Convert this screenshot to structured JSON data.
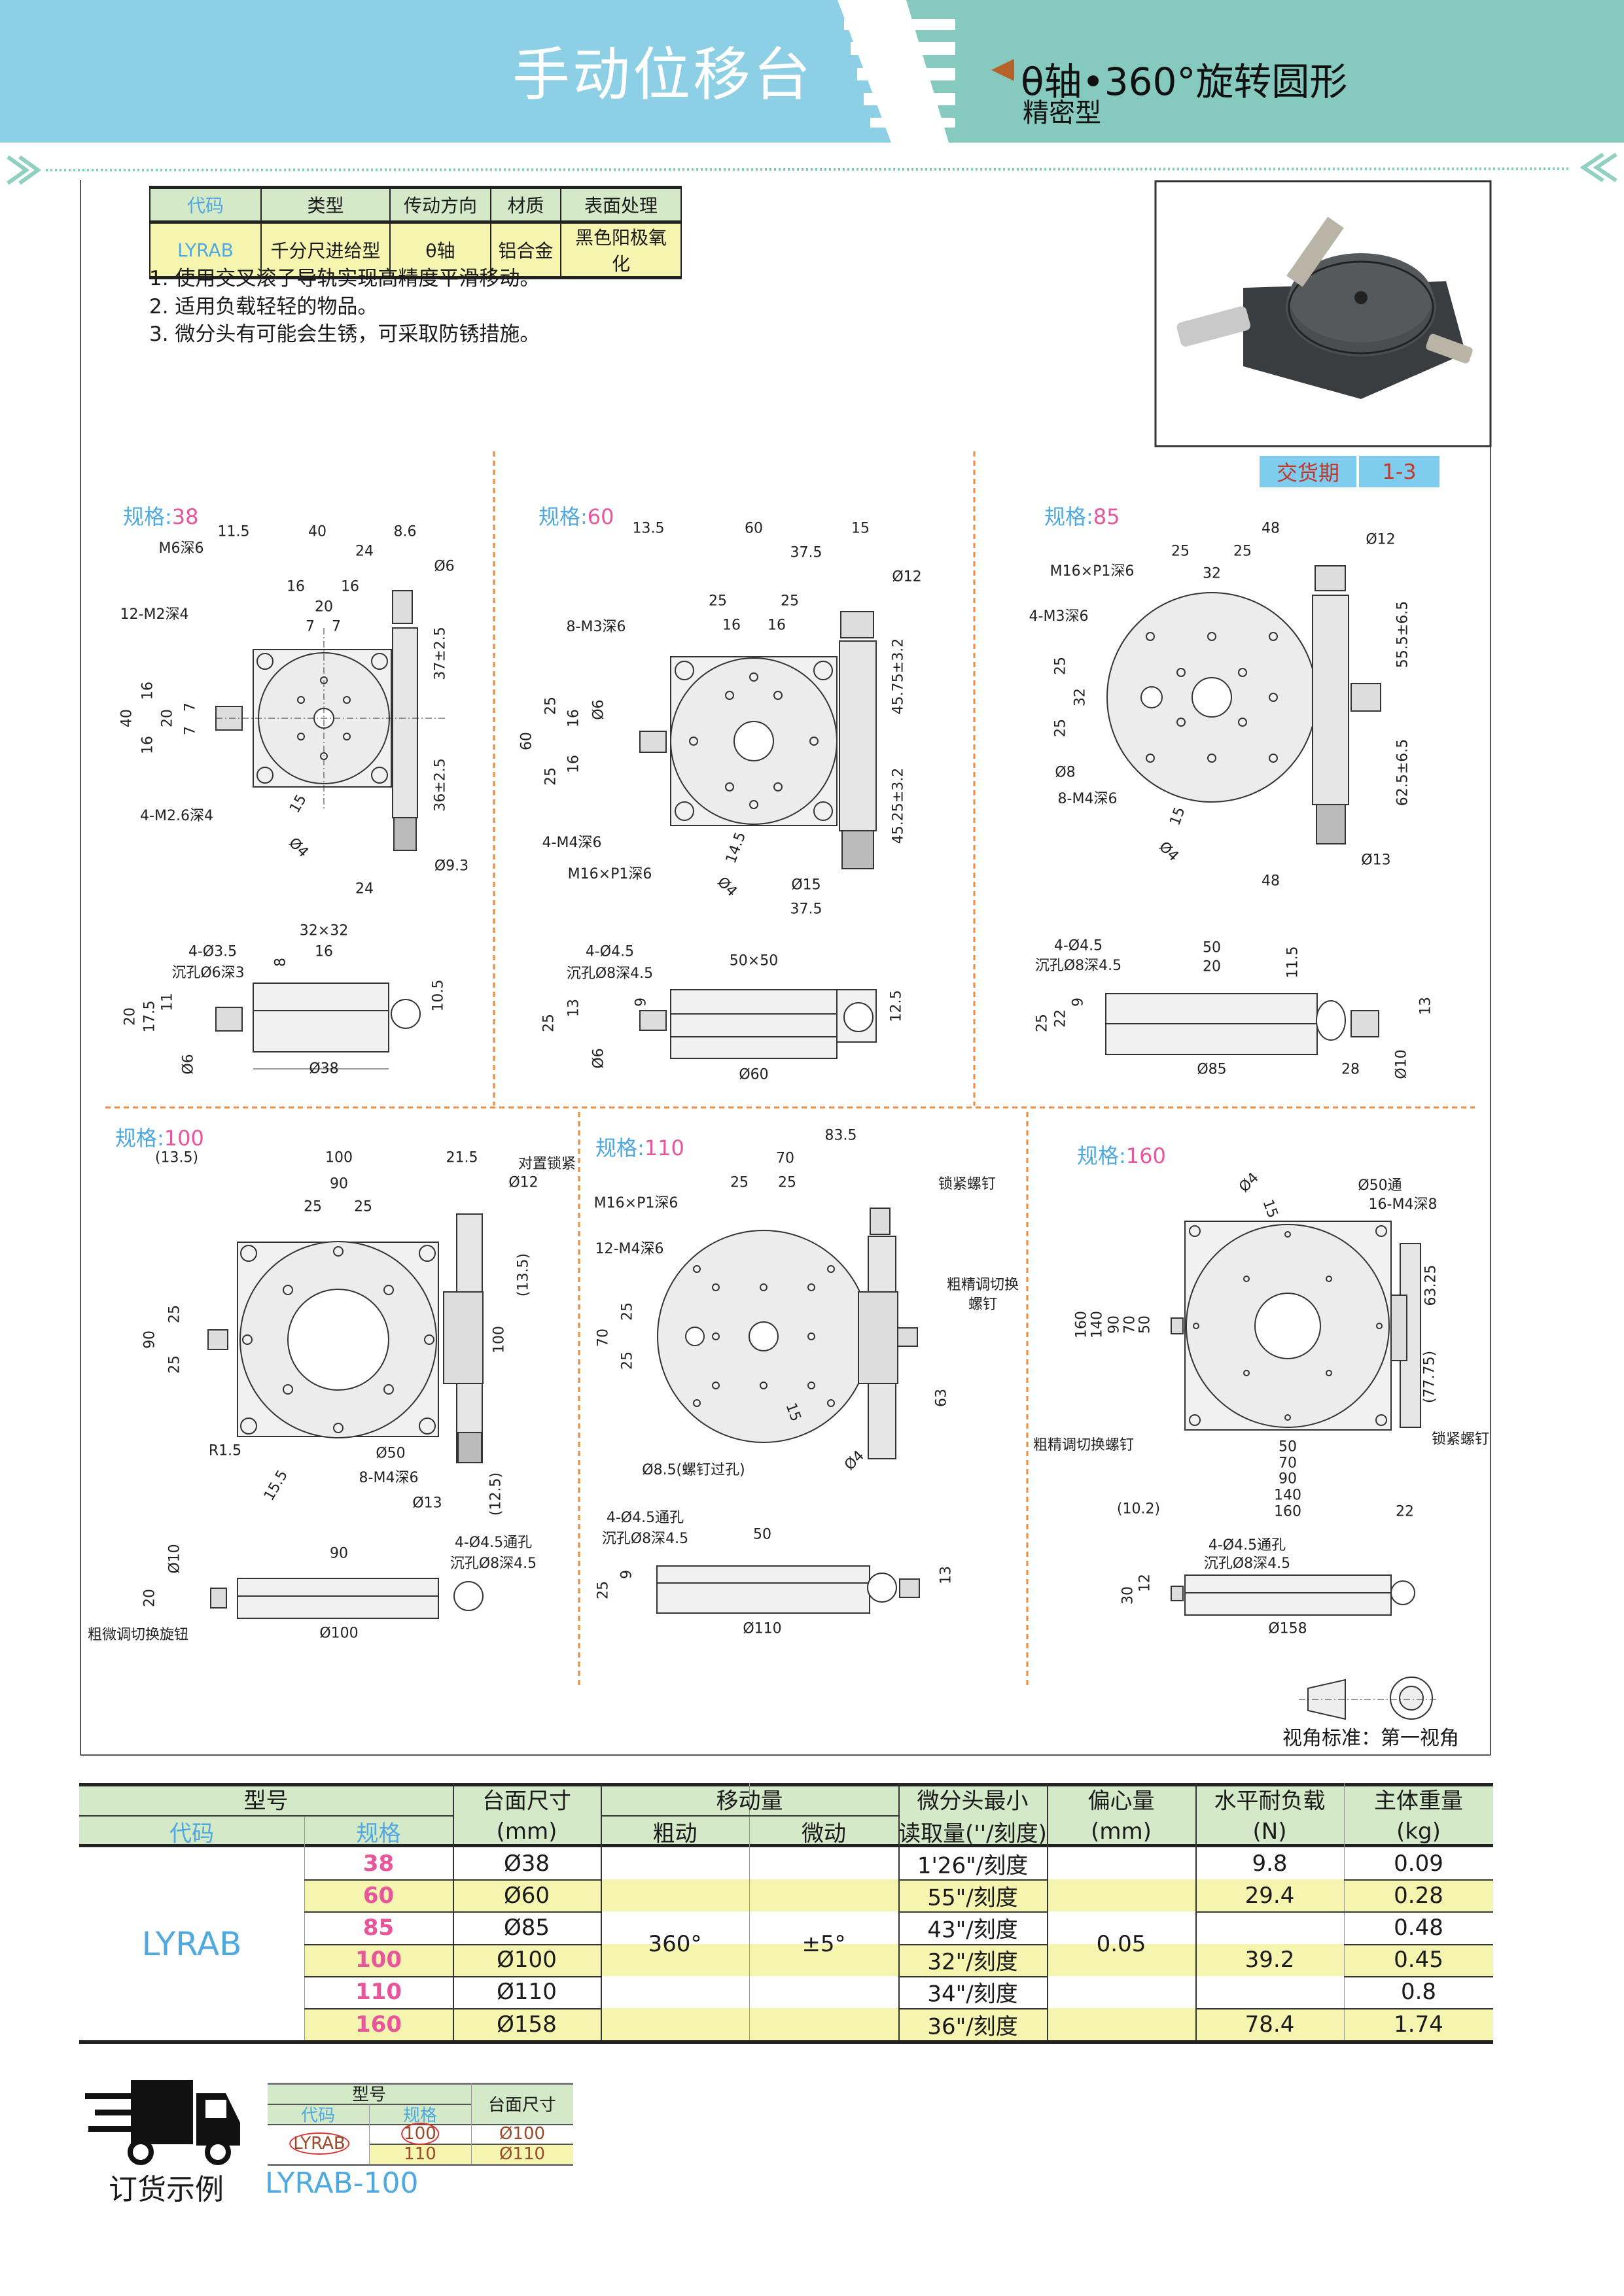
{
  "header": {
    "title": "手动位移台",
    "subtitle": "θ轴•360°旋转圆形",
    "type": "精密型"
  },
  "spec": {
    "headers": [
      "代码",
      "类型",
      "传动方向",
      "材质",
      "表面处理"
    ],
    "values": [
      "LYRAB",
      "千分尺进给型",
      "θ轴",
      "铝合金",
      "黑色阳极氧化"
    ]
  },
  "features": [
    "1. 使用交叉滚子导轨实现高精度平滑移动。",
    "2. 适用负载轻轻的物品。",
    "3. 微分头有可能会生锈，可采取防锈措施。"
  ],
  "delivery": {
    "label": "交货期",
    "value": "1-3"
  },
  "panels": [
    {
      "prefix": "规格:",
      "size": "38",
      "labels": [
        "11.5",
        "40",
        "8.6",
        "M6深6",
        "24",
        "Ø6",
        "16",
        "16",
        "20",
        "12-M2深4",
        "7",
        "7",
        "37±2.5",
        "40",
        "16",
        "16",
        "20",
        "7",
        "7",
        "36±2.5",
        "4-M2.6深4",
        "15",
        "Ø4",
        "Ø9.3",
        "24",
        "32×32",
        "4-Ø3.5",
        "16",
        "沉孔Ø6深3",
        "8",
        "20",
        "17.5",
        "11",
        "10.5",
        "Ø6",
        "Ø38"
      ]
    },
    {
      "prefix": "规格:",
      "size": "60",
      "labels": [
        "13.5",
        "60",
        "15",
        "37.5",
        "Ø12",
        "25",
        "25",
        "8-M3深6",
        "16",
        "16",
        "45.75±3.2",
        "60",
        "25",
        "25",
        "16",
        "16",
        "Ø6",
        "45.25±3.2",
        "4-M4深6",
        "14.5",
        "M16×P1深6",
        "Ø4",
        "Ø15",
        "37.5",
        "4-Ø4.5",
        "50×50",
        "沉孔Ø8深4.5",
        "9",
        "13",
        "12.5",
        "25",
        "Ø6",
        "Ø60"
      ]
    },
    {
      "prefix": "规格:",
      "size": "85",
      "labels": [
        "48",
        "Ø12",
        "25",
        "25",
        "M16×P1深6",
        "32",
        "4-M3深6",
        "55.5±6.5",
        "25",
        "32",
        "25",
        "Ø8",
        "8-M4深6",
        "62.5±6.5",
        "15",
        "Ø4",
        "Ø13",
        "48",
        "4-Ø4.5",
        "50",
        "沉孔Ø8深4.5",
        "20",
        "11.5",
        "9",
        "22",
        "25",
        "13",
        "Ø85",
        "28",
        "Ø10"
      ]
    },
    {
      "prefix": "规格:",
      "size": "100",
      "labels": [
        "(13.5)",
        "100",
        "21.5",
        "对置锁紧",
        "90",
        "Ø12",
        "25",
        "25",
        "(13.5)",
        "90",
        "25",
        "25",
        "100",
        "R1.5",
        "Ø50",
        "15.5",
        "8-M4深6",
        "Ø13",
        "(12.5)",
        "Ø10",
        "90",
        "4-Ø4.5通孔",
        "沉孔Ø8深4.5",
        "20",
        "粗微调切换旋钮",
        "Ø100"
      ]
    },
    {
      "prefix": "规格:",
      "size": "110",
      "labels": [
        "83.5",
        "70",
        "25",
        "25",
        "锁紧螺钉",
        "M16×P1深6",
        "12-M4深6",
        "粗精调切换",
        "螺钉",
        "70",
        "25",
        "25",
        "63",
        "15",
        "Ø8.5(螺钉过孔)",
        "Ø4",
        "4-Ø4.5通孔",
        "沉孔Ø8深4.5",
        "50",
        "9",
        "25",
        "13",
        "Ø110"
      ]
    },
    {
      "prefix": "规格:",
      "size": "160",
      "labels": [
        "Ø4",
        "15",
        "Ø50通",
        "16-M4深8",
        "63.25",
        "160",
        "140",
        "90",
        "70",
        "50",
        "(77.75)",
        "粗精调切换螺钉",
        "锁紧螺钉",
        "50",
        "70",
        "90",
        "140",
        "160",
        "(10.2)",
        "22",
        "4-Ø4.5通孔",
        "沉孔Ø8深4.5",
        "30",
        "12",
        "Ø158"
      ]
    }
  ],
  "view_standard": "视角标准：第一视角",
  "table": {
    "headers": {
      "model": "型号",
      "code": "代码",
      "spec": "规格",
      "size": "台面尺寸",
      "size_unit": "(mm)",
      "travel": "移动量",
      "coarse": "粗动",
      "fine": "微动",
      "micro1": "微分头最小",
      "micro2": "读取量(''/刻度)",
      "ecc": "偏心量",
      "ecc_unit": "(mm)",
      "load": "水平耐负载",
      "load_unit": "(N)",
      "weight": "主体重量",
      "weight_unit": "(kg)"
    },
    "code": "LYRAB",
    "coarse": "360°",
    "fine": "±5°",
    "ecc": "0.05",
    "specs": [
      "38",
      "60",
      "85",
      "100",
      "110",
      "160"
    ],
    "sizes": [
      "Ø38",
      "Ø60",
      "Ø85",
      "Ø100",
      "Ø110",
      "Ø158"
    ],
    "micro": [
      "1'26\"/刻度",
      "55\"/刻度",
      "43\"/刻度",
      "32\"/刻度",
      "34\"/刻度",
      "36\"/刻度"
    ],
    "loads": [
      "9.8",
      "29.4",
      "39.2",
      "78.4"
    ],
    "weights": [
      "0.09",
      "0.28",
      "0.48",
      "0.45",
      "0.8",
      "1.74"
    ]
  },
  "order": {
    "title": "订货示例",
    "model": "型号",
    "code_h": "代码",
    "spec_h": "规格",
    "size_h": "台面尺寸",
    "code": "LYRAB",
    "specs": [
      "100",
      "110"
    ],
    "sizes": [
      "Ø100",
      "Ø110"
    ],
    "example": "LYRAB-100"
  },
  "colors": {
    "header_blue": "#8dd0e6",
    "header_green": "#86c9bf",
    "table_green": "#d4e9c8",
    "table_yellow": "#f5f5b0",
    "accent_blue": "#4fa8e0",
    "spec_pink": "#e8559a"
  }
}
